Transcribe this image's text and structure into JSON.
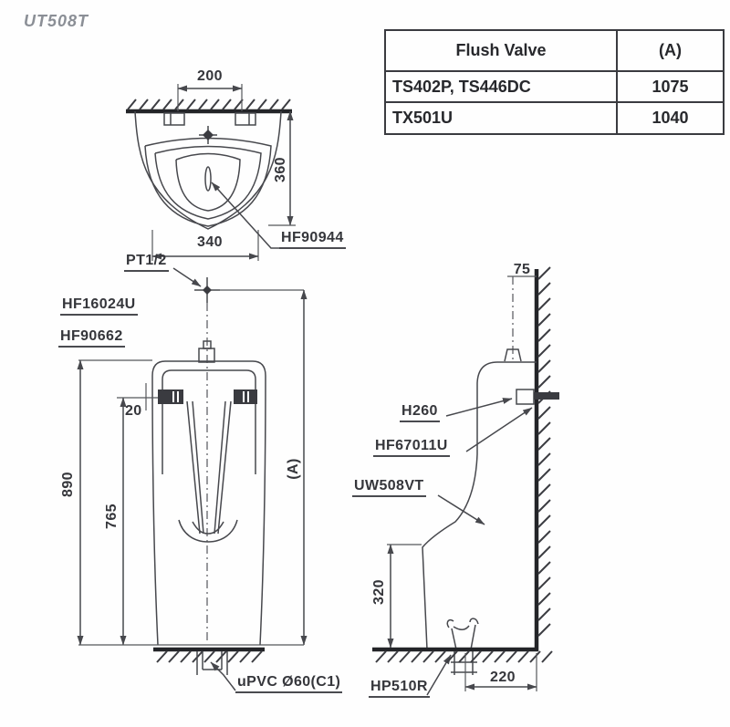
{
  "title": "UT508T",
  "colors": {
    "ink": "#35363b",
    "line": "#47484d",
    "heavy": "#232428",
    "title_gray": "#8b8f96"
  },
  "table": {
    "header": {
      "flush_valve": "Flush Valve",
      "a": "(A)"
    },
    "rows": [
      {
        "flush_valve": "TS402P, TS446DC",
        "a": "1075"
      },
      {
        "flush_valve": "TX501U",
        "a": "1040"
      }
    ]
  },
  "top_view": {
    "dim_width_top": "200",
    "dim_depth": "360",
    "dim_width_rim": "340",
    "label_drain": "HF90944",
    "label_inlet": "PT1/2"
  },
  "front_view": {
    "label_spud": "HF16024U",
    "label_bracket": "HF90662",
    "dim_bracket_offset": "20",
    "dim_height_total": "890",
    "dim_height_bracket": "765",
    "dim_height_a": "(A)",
    "label_outlet": "uPVC Ø60(C1)"
  },
  "side_view": {
    "dim_wall_offset": "75",
    "label_hanger": "H260",
    "label_fitting": "HF67011U",
    "label_model": "UW508VT",
    "dim_height_lip": "320",
    "label_trap": "HP510R",
    "dim_depth_floor": "220"
  }
}
